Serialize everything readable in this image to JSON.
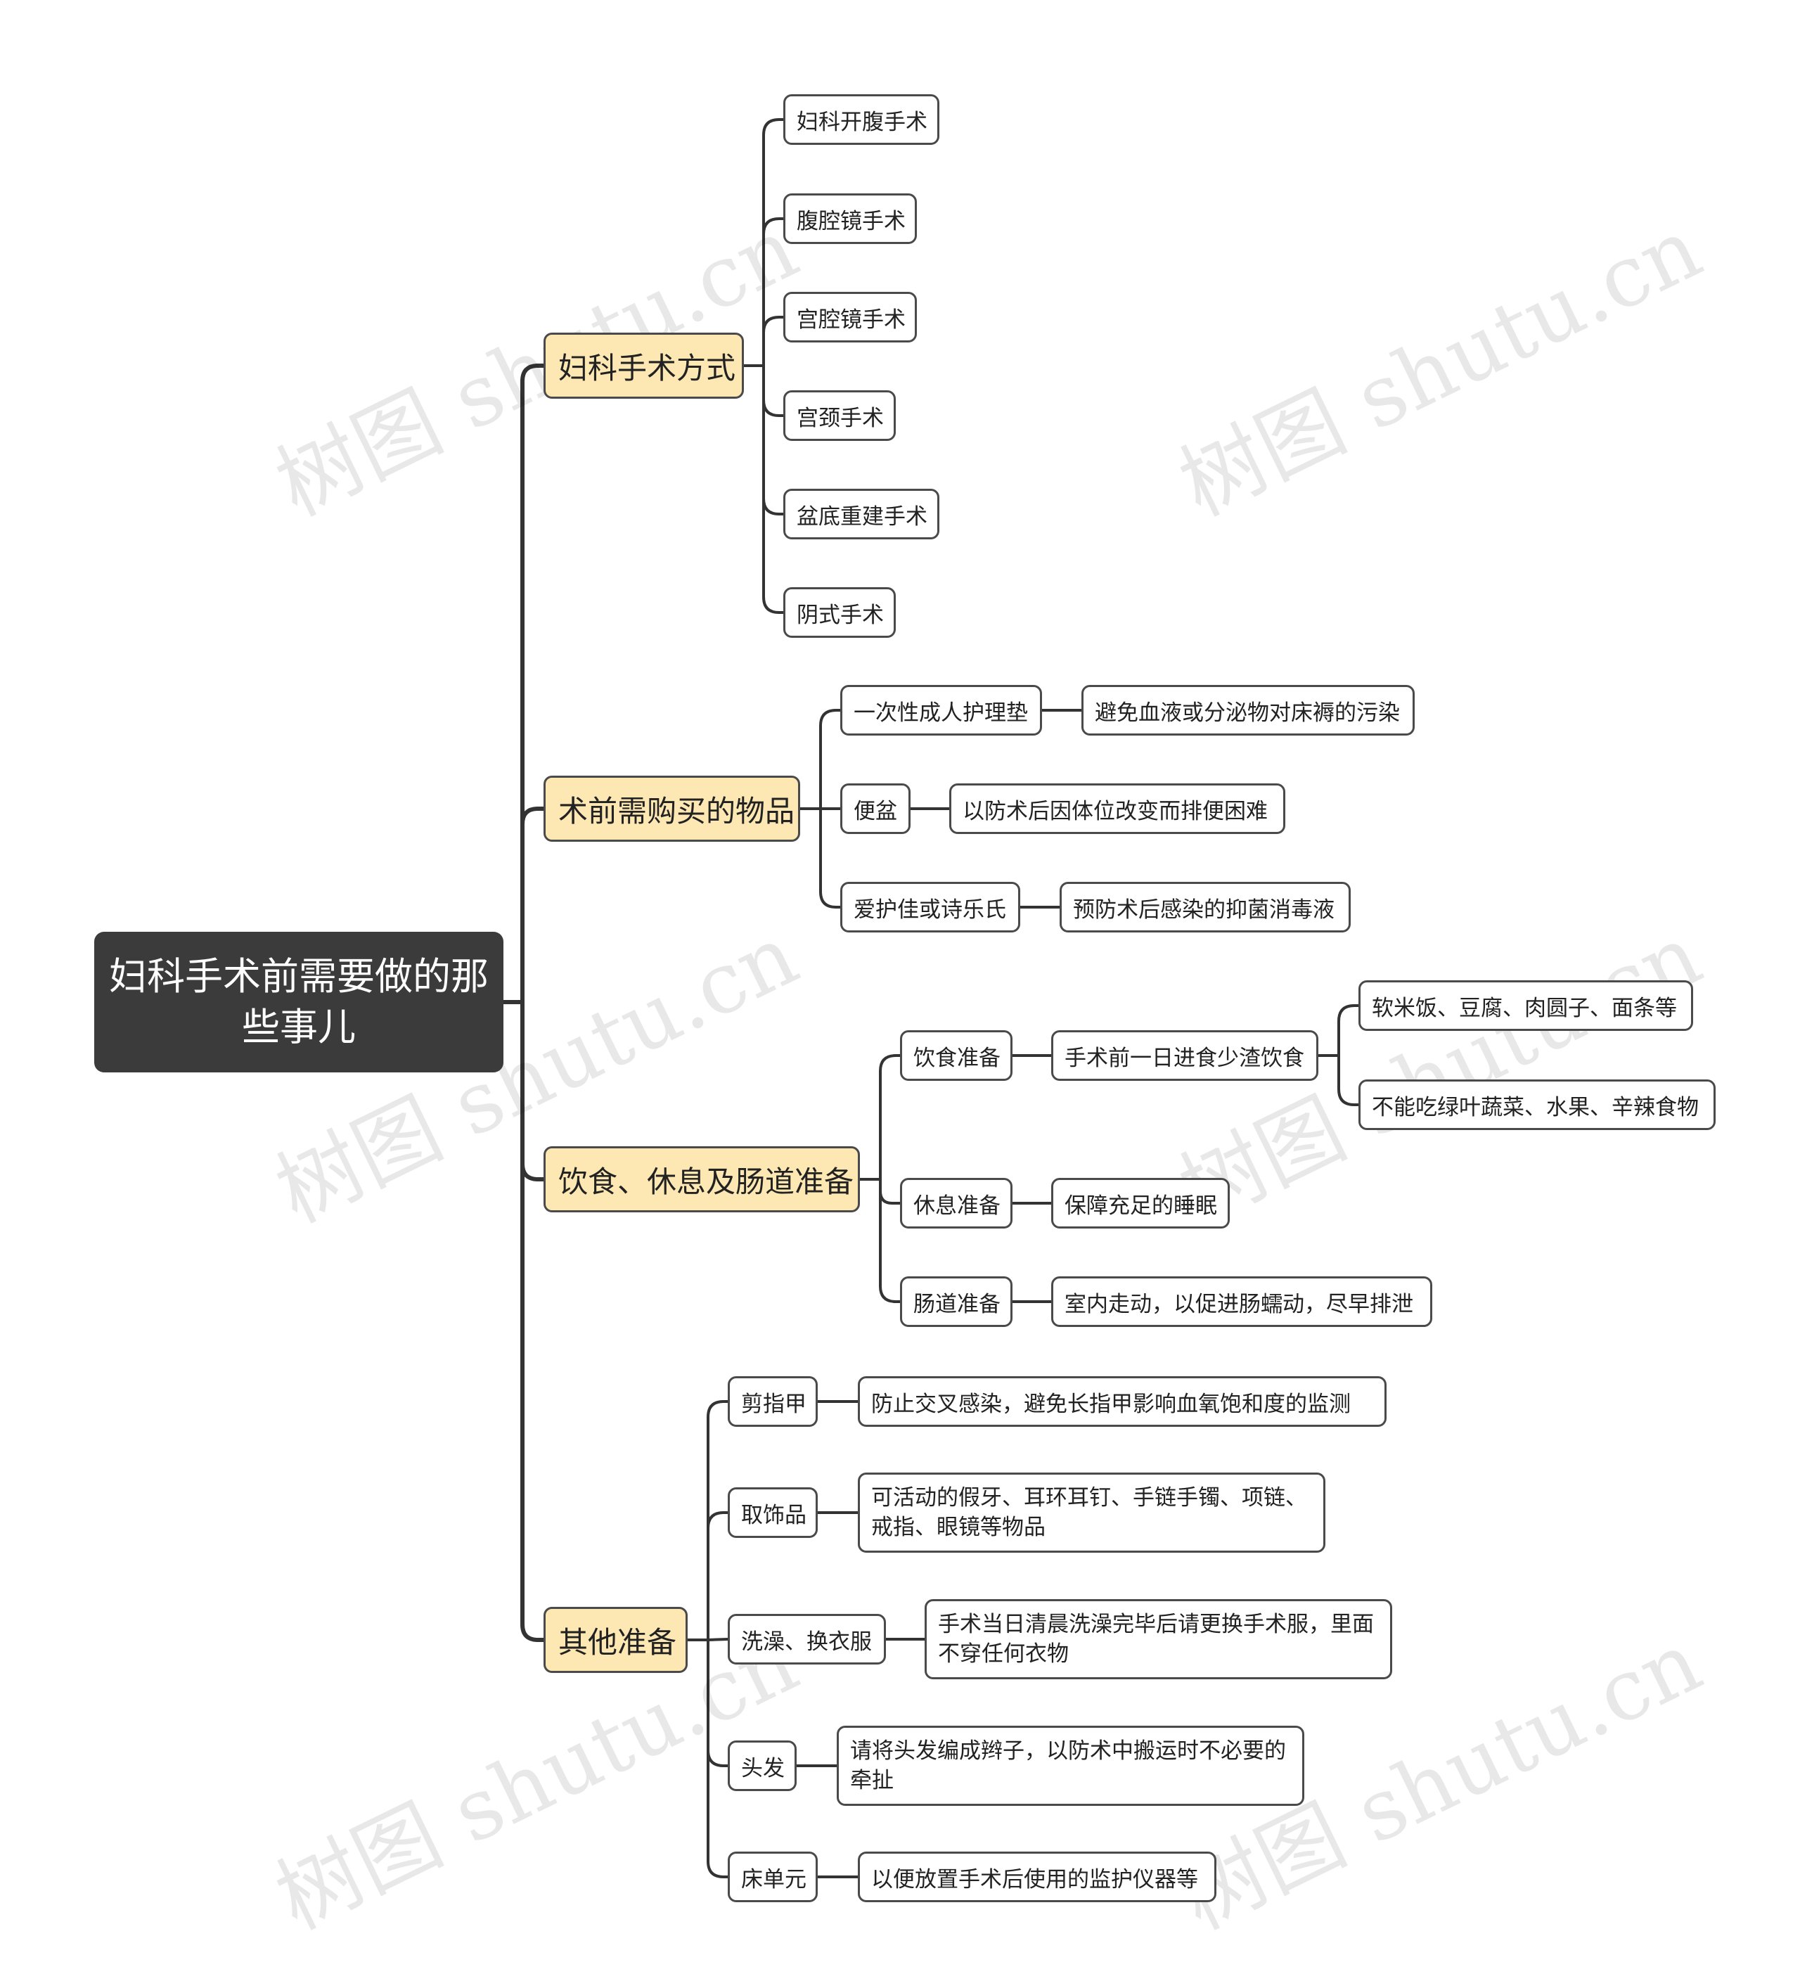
{
  "root": {
    "title": "妇科手术前需要做的那些事儿"
  },
  "branches": [
    {
      "label": "妇科手术方式",
      "children": [
        {
          "label": "妇科开腹手术"
        },
        {
          "label": "腹腔镜手术"
        },
        {
          "label": "宫腔镜手术"
        },
        {
          "label": "宫颈手术"
        },
        {
          "label": "盆底重建手术"
        },
        {
          "label": "阴式手术"
        }
      ]
    },
    {
      "label": "术前需购买的物品",
      "children": [
        {
          "label": "一次性成人护理垫",
          "note": "避免血液或分泌物对床褥的污染"
        },
        {
          "label": "便盆",
          "note": "以防术后因体位改变而排便困难"
        },
        {
          "label": "爱护佳或诗乐氏",
          "note": "预防术后感染的抑菌消毒液"
        }
      ]
    },
    {
      "label": "饮食、休息及肠道准备",
      "children": [
        {
          "label": "饮食准备",
          "note": "手术前一日进食少渣饮食",
          "details": [
            "软米饭、豆腐、肉圆子、面条等",
            "不能吃绿叶蔬菜、水果、辛辣食物"
          ]
        },
        {
          "label": "休息准备",
          "note": "保障充足的睡眠"
        },
        {
          "label": "肠道准备",
          "note": "室内走动，以促进肠蠕动，尽早排泄"
        }
      ]
    },
    {
      "label": "其他准备",
      "children": [
        {
          "label": "剪指甲",
          "note": "防止交叉感染，避免长指甲影响血氧饱和度的监测"
        },
        {
          "label": "取饰品",
          "note": "可活动的假牙、耳环耳钉、手链手镯、项链、戒指、眼镜等物品"
        },
        {
          "label": "洗澡、换衣服",
          "note": "手术当日清晨洗澡完毕后请更换手术服，里面不穿任何衣物"
        },
        {
          "label": "头发",
          "note": "请将头发编成辫子，以防术中搬运时不必要的牵扯"
        },
        {
          "label": "床单元",
          "note": "以便放置手术后使用的监护仪器等"
        }
      ]
    }
  ],
  "watermark": "树图 shutu.cn",
  "colors": {
    "root_bg": "#3b3b3b",
    "branch_bg": "#fde8b4",
    "line": "#333333"
  }
}
